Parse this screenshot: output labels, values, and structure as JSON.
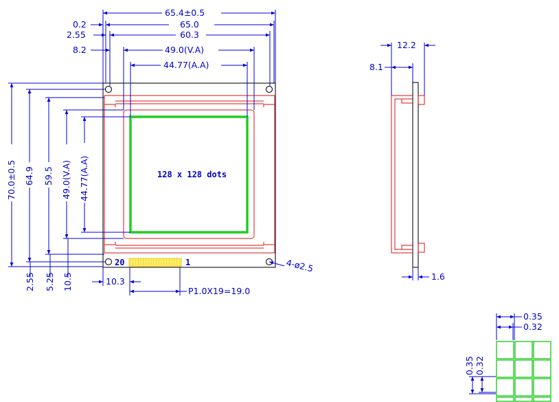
{
  "colors": {
    "dimension": "#0000dd",
    "outline": "#222222",
    "bezel": "#dd1111",
    "active_area": "#22cc22",
    "pins": "#ffee66"
  },
  "front_view": {
    "width_overall": "65.4±0.5",
    "width_pcb": "65.0",
    "offset_0_2": "0.2",
    "offset_2_55": "2.55",
    "width_60_3": "60.3",
    "offset_8_2": "8.2",
    "view_area_width": "49.0(V.A)",
    "active_area_width": "44.77(A.A)",
    "height_overall": "70.0±0.5",
    "height_64_9": "64.9",
    "height_59_5": "59.5",
    "view_area_height": "49.0(V.A)",
    "active_area_height": "44.77(A.A)",
    "bottom_2_55": "2.55",
    "bottom_5_25": "5.25",
    "bottom_10_5": "10.5",
    "resolution": "128 x 128 dots",
    "pin_first": "20",
    "pin_last": "1",
    "pin_offset": "10.3",
    "pin_pitch": "P1.0X19=19.0",
    "mount_holes": "4-ø2.5"
  },
  "side_view": {
    "thickness_total": "12.2",
    "thickness_module": "8.1",
    "pcb_thickness": "1.6"
  },
  "dot_detail": {
    "dot_pitch_w": "0.35",
    "dot_size_w": "0.32",
    "dot_pitch_h": "0.35",
    "dot_size_h": "0.32"
  }
}
